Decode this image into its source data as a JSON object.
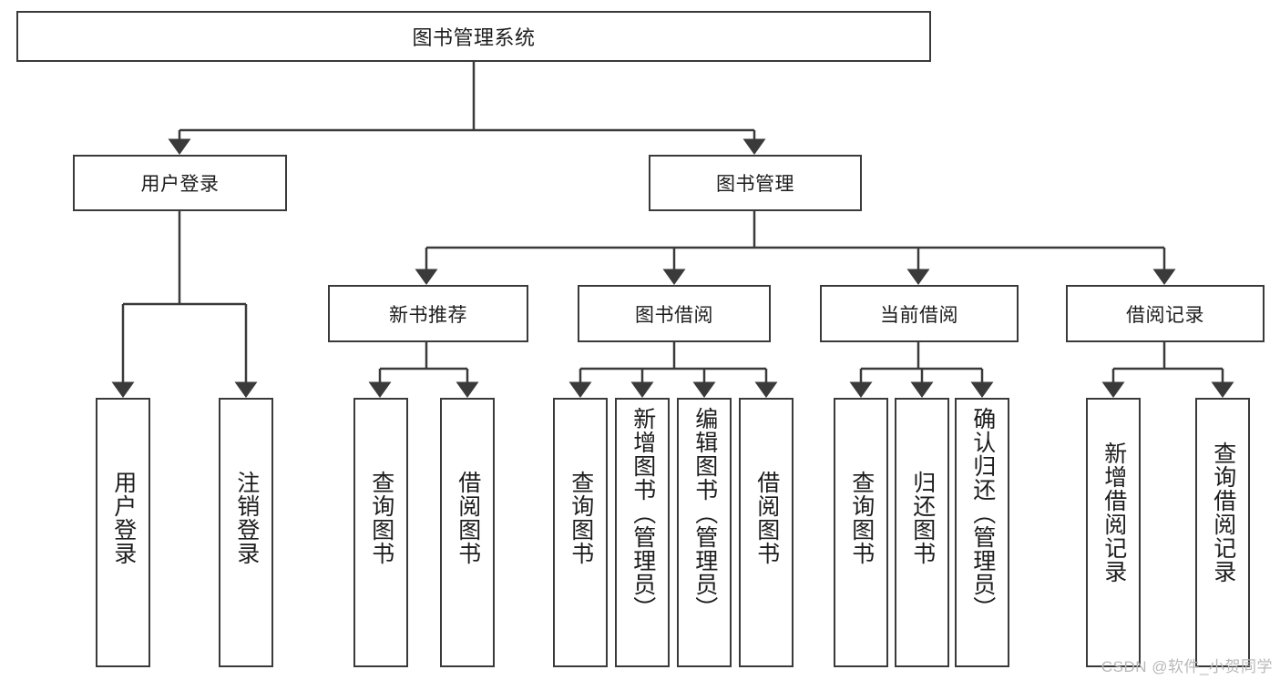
{
  "diagram": {
    "type": "tree-hierarchy-chart",
    "title": "图书管理系统",
    "watermark": "CSDN @软件_小贺同学",
    "colors": {
      "box_border": "#3a3a3a",
      "line": "#3a3a3a",
      "text": "#1c1c1c",
      "background": "#ffffff",
      "watermark": "#b9b9b9"
    },
    "root": {
      "label": "图书管理系统"
    },
    "level1": [
      {
        "label": "用户登录"
      },
      {
        "label": "图书管理"
      }
    ],
    "level2": [
      {
        "label": "新书推荐"
      },
      {
        "label": "图书借阅"
      },
      {
        "label": "当前借阅"
      },
      {
        "label": "借阅记录"
      }
    ],
    "leaves": {
      "user_login": [
        {
          "label": "用户登录"
        },
        {
          "label": "注销登录"
        }
      ],
      "new_book_recommend": [
        {
          "label": "查询图书"
        },
        {
          "label": "借阅图书"
        }
      ],
      "book_borrow": [
        {
          "label": "查询图书"
        },
        {
          "label": "新增图书（管理员）"
        },
        {
          "label": "编辑图书（管理员）"
        },
        {
          "label": "借阅图书"
        }
      ],
      "current_borrow": [
        {
          "label": "查询图书"
        },
        {
          "label": "归还图书"
        },
        {
          "label": "确认归还（管理员）"
        }
      ],
      "borrow_record": [
        {
          "label": "新增借阅记录"
        },
        {
          "label": "查询借阅记录"
        }
      ]
    }
  }
}
